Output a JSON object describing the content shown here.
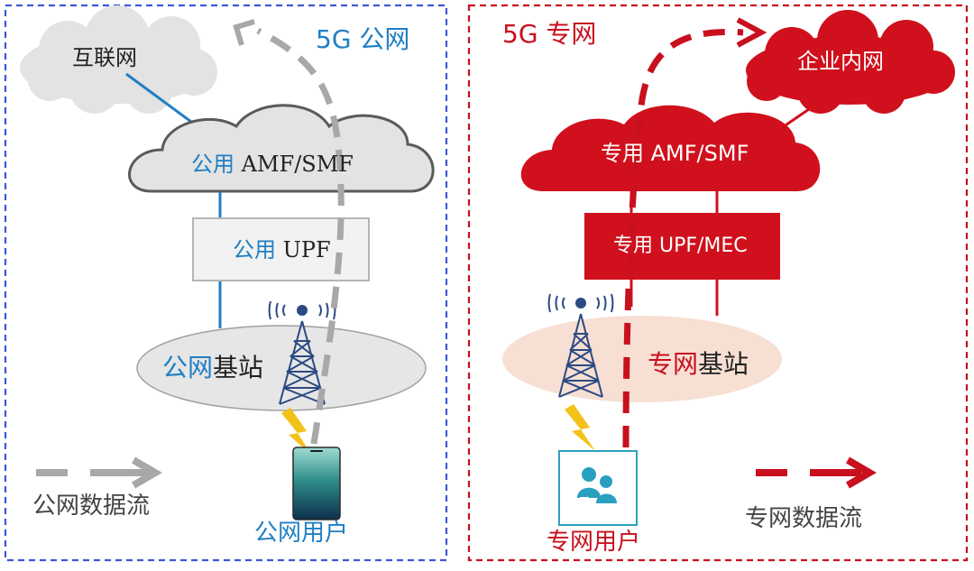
{
  "colors": {
    "public_border": "#3d57d8",
    "private_border": "#c8101e",
    "blue_line": "#1f7fc4",
    "red_fill": "#d0101c",
    "grey_cloud": "#e3e3e3",
    "grey_dash": "#a8a8a8",
    "base_station_private": "#f7dfd3"
  },
  "public_network": {
    "title": "5G 公网",
    "internet": "互联网",
    "core": {
      "prefix": "公用",
      "name": "AMF/SMF"
    },
    "upf": {
      "prefix": "公用",
      "name": "UPF"
    },
    "base_station": {
      "prefix": "公网",
      "suffix": "基站"
    },
    "user": "公网用户",
    "legend": "公网数据流",
    "icons": [
      "cloud-icon",
      "cell-tower-icon",
      "lightning-icon",
      "smartphone-icon",
      "dashed-arrow-icon"
    ]
  },
  "private_network": {
    "title": "5G 专网",
    "enterprise": "企业内网",
    "core": "专用 AMF/SMF",
    "upf": "专用 UPF/MEC",
    "base_station": {
      "prefix": "专网",
      "suffix": "基站"
    },
    "user": "专网用户",
    "legend": "专网数据流",
    "icons": [
      "cloud-icon",
      "cell-tower-icon",
      "lightning-icon",
      "users-icon",
      "dashed-arrow-icon"
    ]
  }
}
